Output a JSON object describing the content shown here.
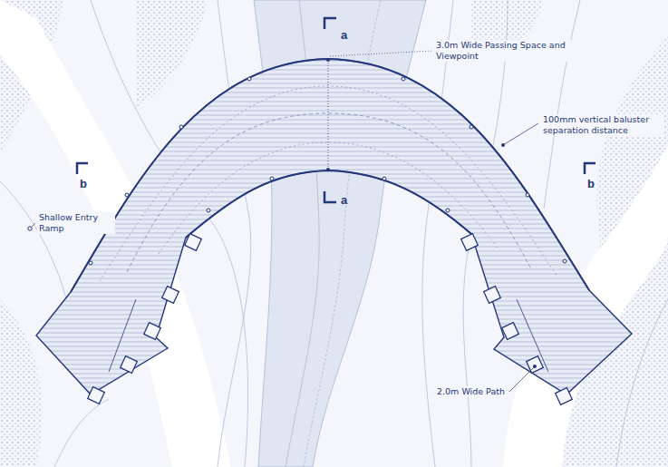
{
  "diagram": {
    "labels": [
      "3.0m Wide Passing Space and Viewpoint",
      "100mm vertical baluster separation distance",
      "Shallow Entry Ramp",
      "2.0m Wide Path",
      "a",
      "a",
      "b",
      "b"
    ]
  }
}
